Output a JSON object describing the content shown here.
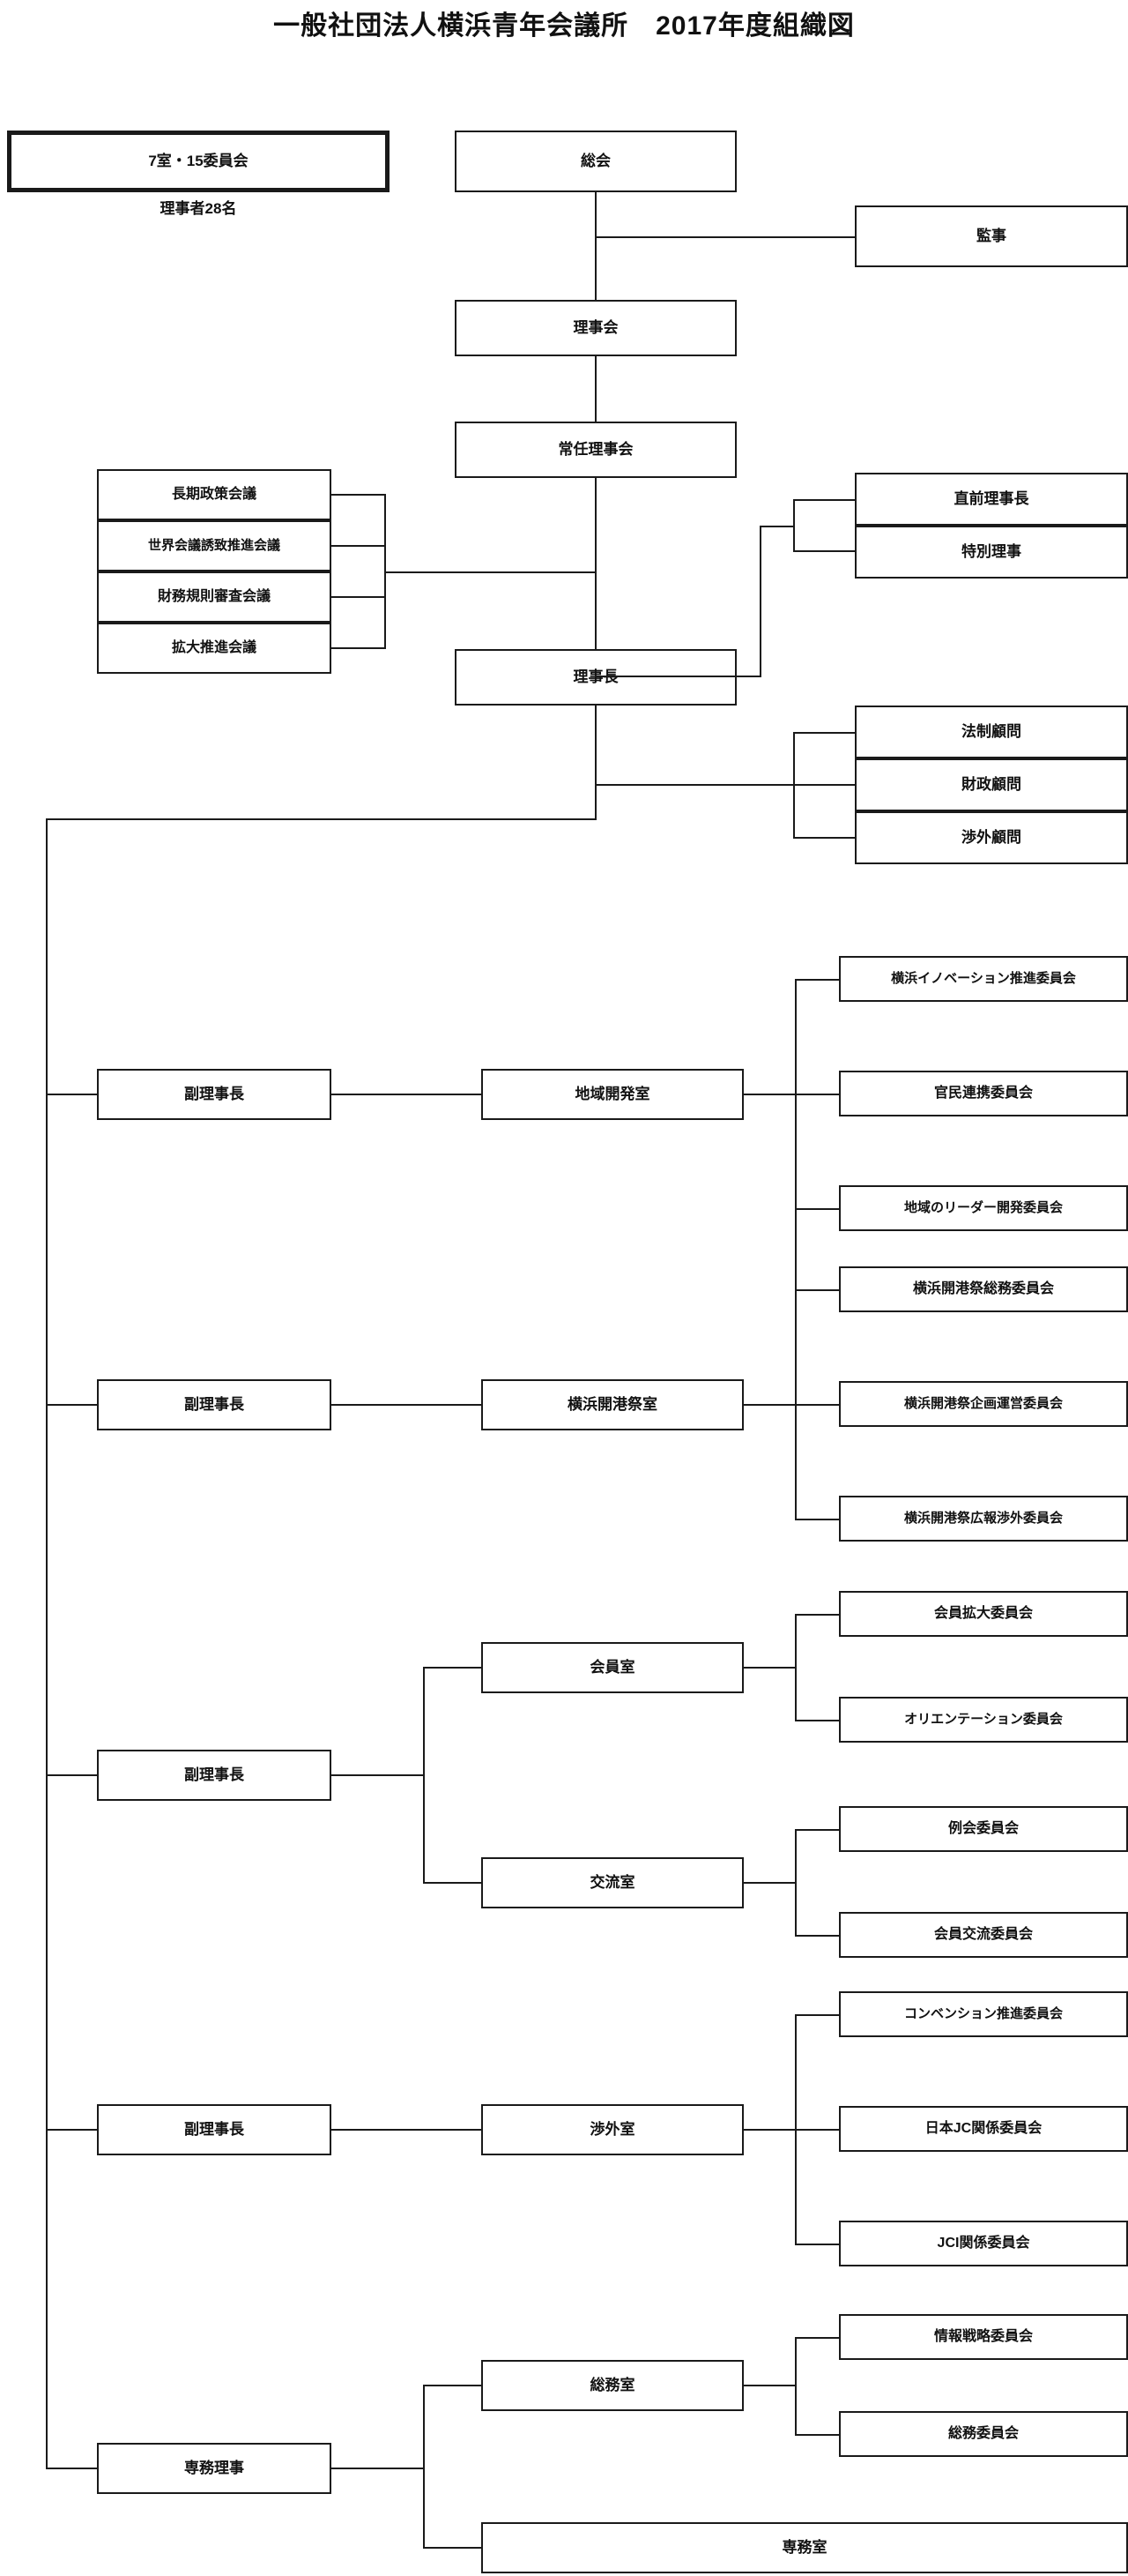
{
  "chart_title": "一般社団法人横浜青年会議所　2017年度組織図",
  "summary": {
    "rooms_committees": "7室・15委員会",
    "directors_count": "理事者28名"
  },
  "governance": {
    "general_meeting": "総会",
    "auditor": "監事",
    "board_of_directors": "理事会",
    "standing_board": "常任理事会",
    "president": "理事長"
  },
  "councils": [
    "長期政策会議",
    "世界会議誘致推進会議",
    "財務規則審査会議",
    "拡大推進会議"
  ],
  "special_officers": [
    "直前理事長",
    "特別理事"
  ],
  "advisors": [
    "法制顧問",
    "財政顧問",
    "渉外顧問"
  ],
  "executives": {
    "vice_president_1": "副理事長",
    "vice_president_2": "副理事長",
    "vice_president_3": "副理事長",
    "vice_president_4": "副理事長",
    "managing_director": "専務理事"
  },
  "rooms": {
    "regional_development": "地域開発室",
    "port_festival": "横浜開港祭室",
    "membership": "会員室",
    "exchange": "交流室",
    "external_affairs": "渉外室",
    "general_affairs": "総務室",
    "managing_office": "専務室"
  },
  "committees": {
    "regional_development": [
      "横浜イノベーション推進委員会",
      "官民連携委員会",
      "地域のリーダー開発委員会"
    ],
    "port_festival": [
      "横浜開港祭総務委員会",
      "横浜開港祭企画運営委員会",
      "横浜開港祭広報渉外委員会"
    ],
    "membership": [
      "会員拡大委員会",
      "オリエンテーション委員会"
    ],
    "exchange": [
      "例会委員会",
      "会員交流委員会"
    ],
    "external_affairs": [
      "コンベンション推進委員会",
      "日本JC関係委員会",
      "JCI関係委員会"
    ],
    "general_affairs": [
      "情報戦略委員会",
      "総務委員会"
    ]
  },
  "colors": {
    "line": "#1a1a1a",
    "box_fill": "#ffffff",
    "text": "#111111"
  }
}
